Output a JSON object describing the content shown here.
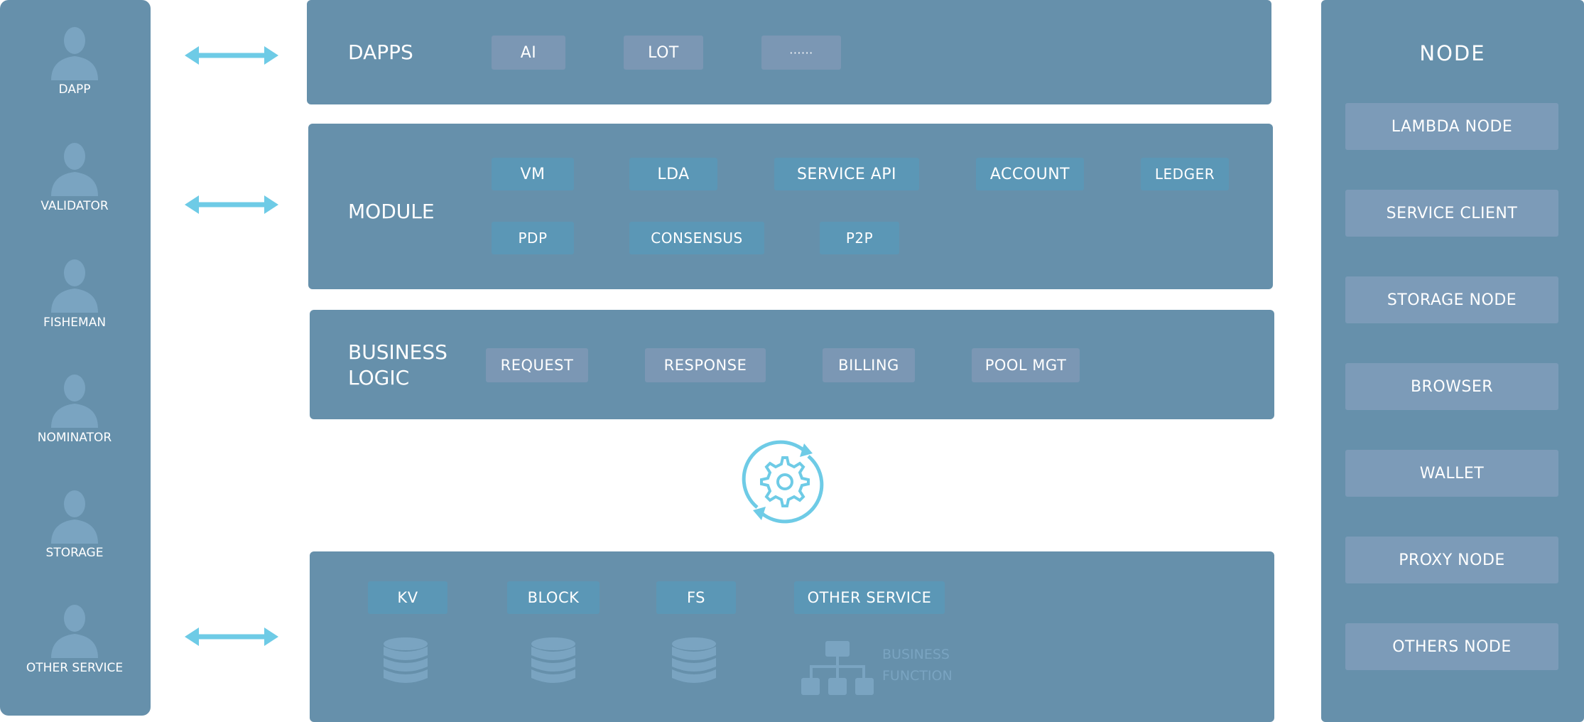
{
  "roles": [
    "DAPP",
    "VALIDATOR",
    "FISHEMAN",
    "NOMINATOR",
    "STORAGE",
    "OTHER SERVICE"
  ],
  "dapps": {
    "title": "DAPPS",
    "items": [
      "AI",
      "LOT",
      "······"
    ]
  },
  "module": {
    "title": "MODULE",
    "row1": [
      "VM",
      "LDA",
      "SERVICE API",
      "ACCOUNT",
      "LEDGER"
    ],
    "row2": [
      "PDP",
      "CONSENSUS",
      "P2P"
    ]
  },
  "business": {
    "title_line1": "BUSINESS",
    "title_line2": "LOGIC",
    "items": [
      "REQUEST",
      "RESPONSE",
      "BILLING",
      "POOL MGT"
    ]
  },
  "storage": {
    "items": [
      "KV",
      "BLOCK",
      "FS",
      "OTHER SERVICE"
    ],
    "function_label_line1": "BUSINESS",
    "function_label_line2": "FUNCTION"
  },
  "node": {
    "title": "NODE",
    "items": [
      "LAMBDA NODE",
      "SERVICE CLIENT",
      "STORAGE NODE",
      "BROWSER",
      "WALLET",
      "PROXY NODE",
      "OTHERS NODE"
    ]
  },
  "colors": {
    "panel": "#6690ab",
    "chip_gray": "#7b97b4",
    "chip_teal": "#5b97b6",
    "arrow": "#6ecbe6",
    "figure": "#7aa4c1"
  },
  "icons": {
    "role": "person-icon",
    "arrow": "double-arrow-icon",
    "sync": "gear-sync-icon",
    "database": "database-icon",
    "hierarchy": "org-chart-icon"
  }
}
